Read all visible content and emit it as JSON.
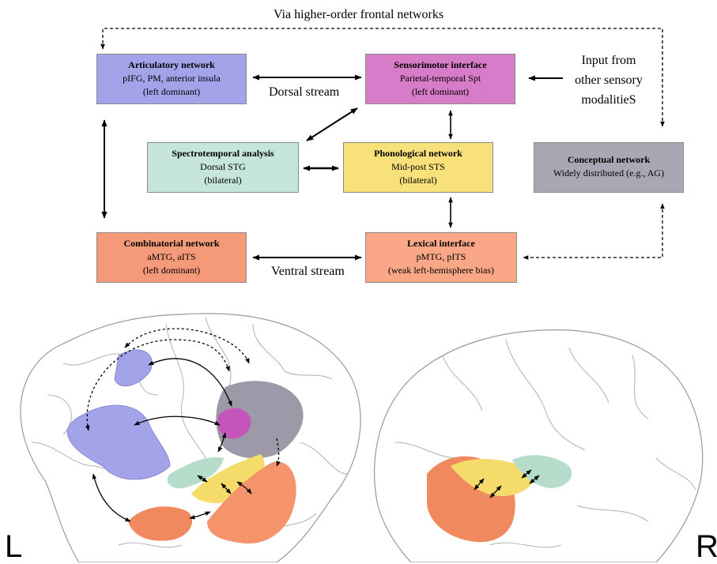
{
  "top_label": "Via higher-order frontal networks",
  "boxes": {
    "articulatory": {
      "title": "Articulatory network",
      "line1": "pIFG, PM, anterior insula",
      "line2": "(left dominant)",
      "color": "#a3a3ea"
    },
    "sensorimotor": {
      "title": "Sensorimotor interface",
      "line1": "Parietal-temporal Spt",
      "line2": "(left dominant)",
      "color": "#d67cc8"
    },
    "spectrotemporal": {
      "title": "Spectrotemporal analysis",
      "line1": "Dorsal STG",
      "line2": "(bilateral)",
      "color": "#c6e6db"
    },
    "phonological": {
      "title": "Phonological network",
      "line1": "Mid-post STS",
      "line2": "(bilateral)",
      "color": "#f8e07a"
    },
    "conceptual": {
      "title": "Conceptual network",
      "line1": "Widely distributed (e.g., AG)",
      "line2": "",
      "color": "#aaa7b4"
    },
    "combinatorial": {
      "title": "Combinatorial network",
      "line1": "aMTG, aITS",
      "line2": "(left dominant)",
      "color": "#f49a79"
    },
    "lexical": {
      "title": "Lexical interface",
      "line1": "pMTG, pITS",
      "line2": "(weak left-hemisphere bias)",
      "color": "#f9a787"
    }
  },
  "labels": {
    "dorsal": "Dorsal stream",
    "ventral": "Ventral stream",
    "input1": "Input from",
    "input2": "other sensory",
    "input3": "modalitieS"
  },
  "hemispheres": {
    "left": "L",
    "right": "R"
  },
  "region_colors": {
    "articulatory": "#a3a3ea",
    "sensorimotor": "#c555ba",
    "spectrotemporal": "#b6ddcc",
    "phonological": "#f5dc6a",
    "conceptual": "#9d99a8",
    "combinatorial": "#f08a5e",
    "lexical": "#f5936a"
  }
}
